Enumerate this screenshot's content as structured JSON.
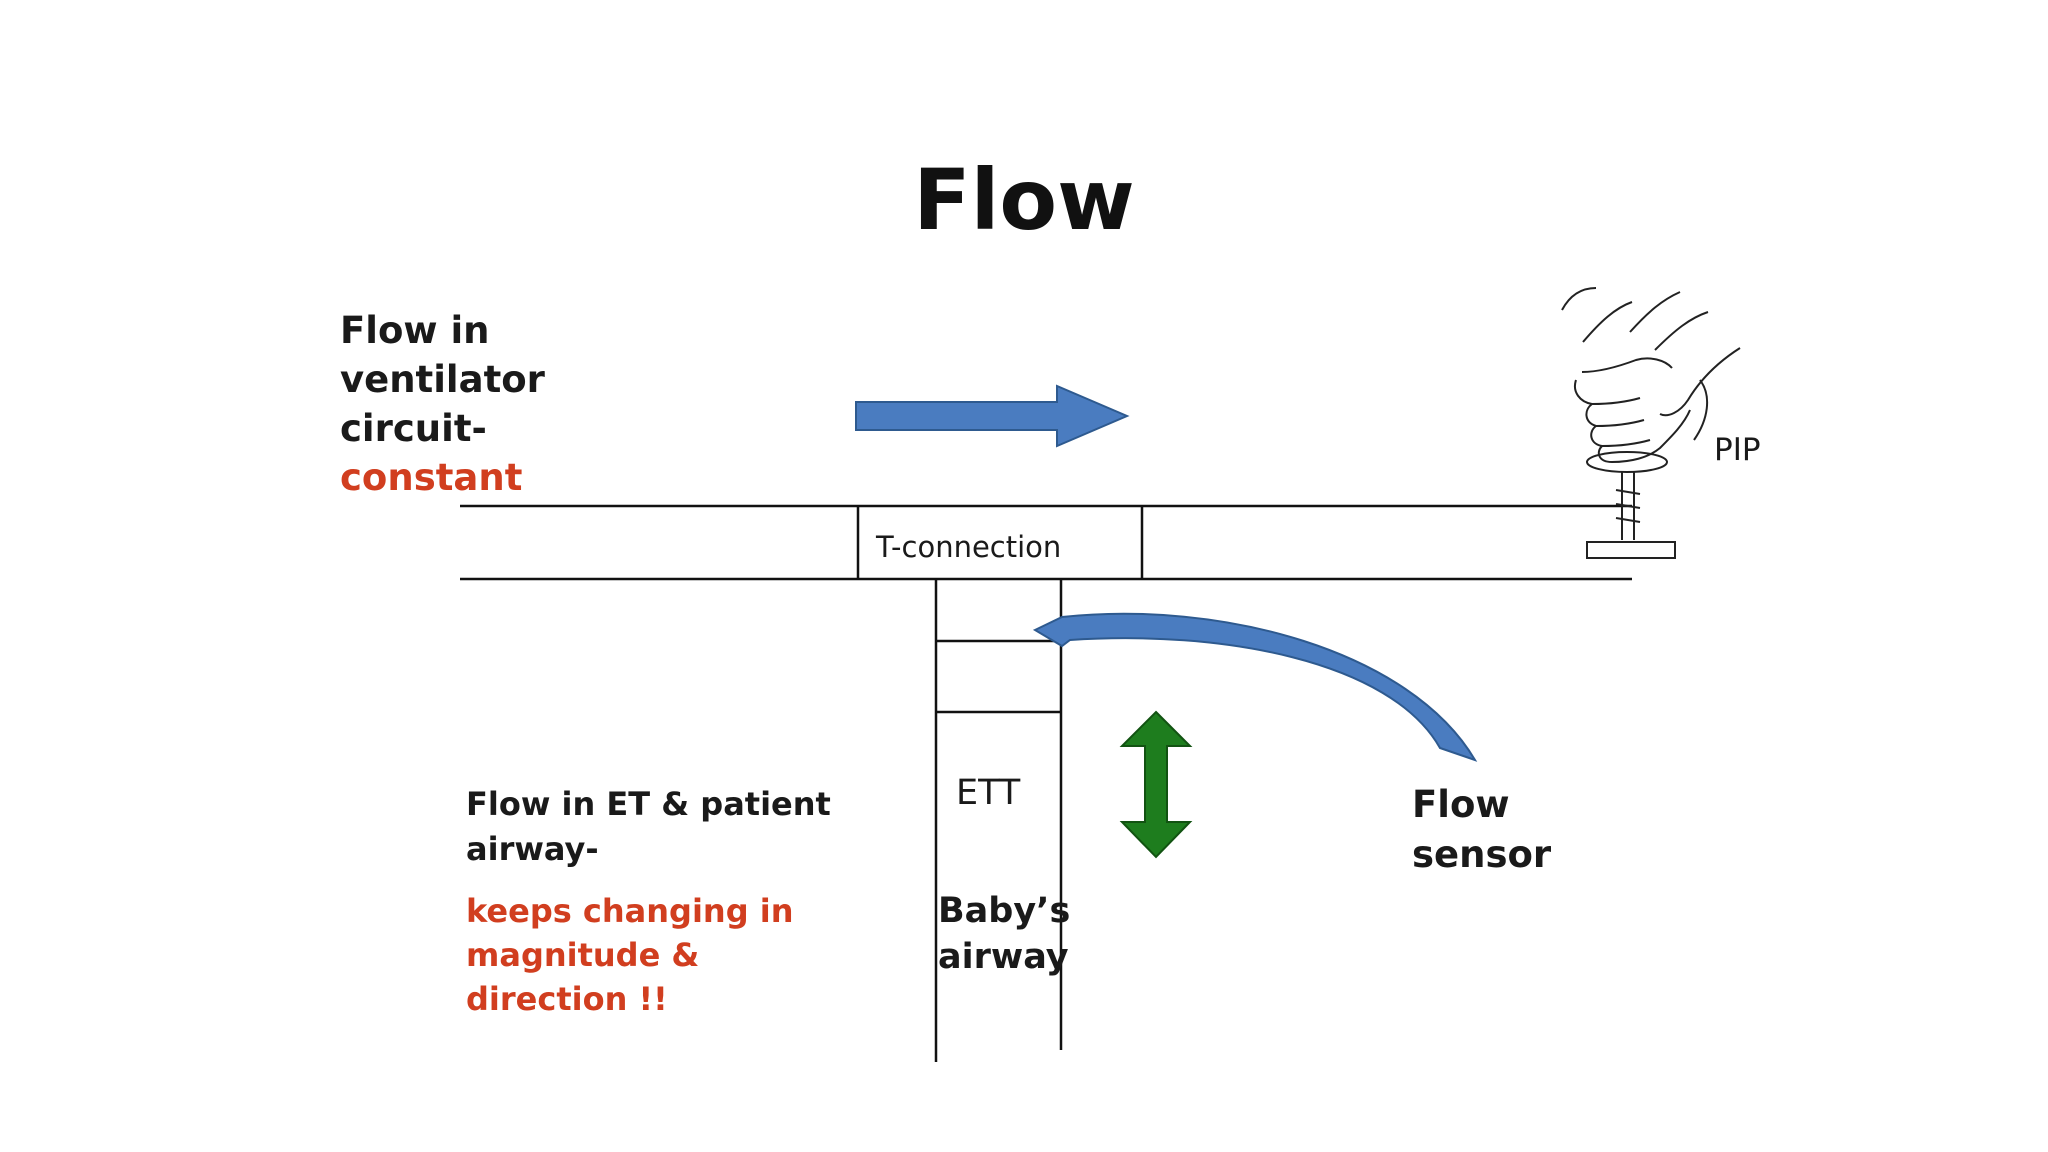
{
  "slide": {
    "title": "Flow",
    "circuit_label": {
      "line1": "Flow in",
      "line2": "ventilator",
      "line3": "circuit-",
      "line4": "constant"
    },
    "t_connection_label": "T-connection",
    "pip_label": "PIP",
    "ett_label": "ETT",
    "airway_label": {
      "line1": "Baby’s",
      "line2": "airway"
    },
    "patient_flow_label": {
      "line1": "Flow in ET & patient",
      "line2": "airway-"
    },
    "changing_label": {
      "line1": "keeps changing in",
      "line2": "magnitude &",
      "line3": "direction !!"
    },
    "flow_sensor_label": {
      "line1": "Flow",
      "line2": "sensor"
    }
  },
  "colors": {
    "circuit_arrow": "#4a7cc0",
    "sensor_arrow": "#4a7cc0",
    "bidirectional_arrow": "#1e7d1e",
    "highlight_text": "#d13e1f",
    "lines": "#111111"
  },
  "icons": {
    "flow_arrow": "right-arrow-icon",
    "sensor_pointer": "curved-arrow-icon",
    "bidirectional": "up-down-arrow-icon",
    "hand": "hand-squeezing-bag-icon"
  }
}
